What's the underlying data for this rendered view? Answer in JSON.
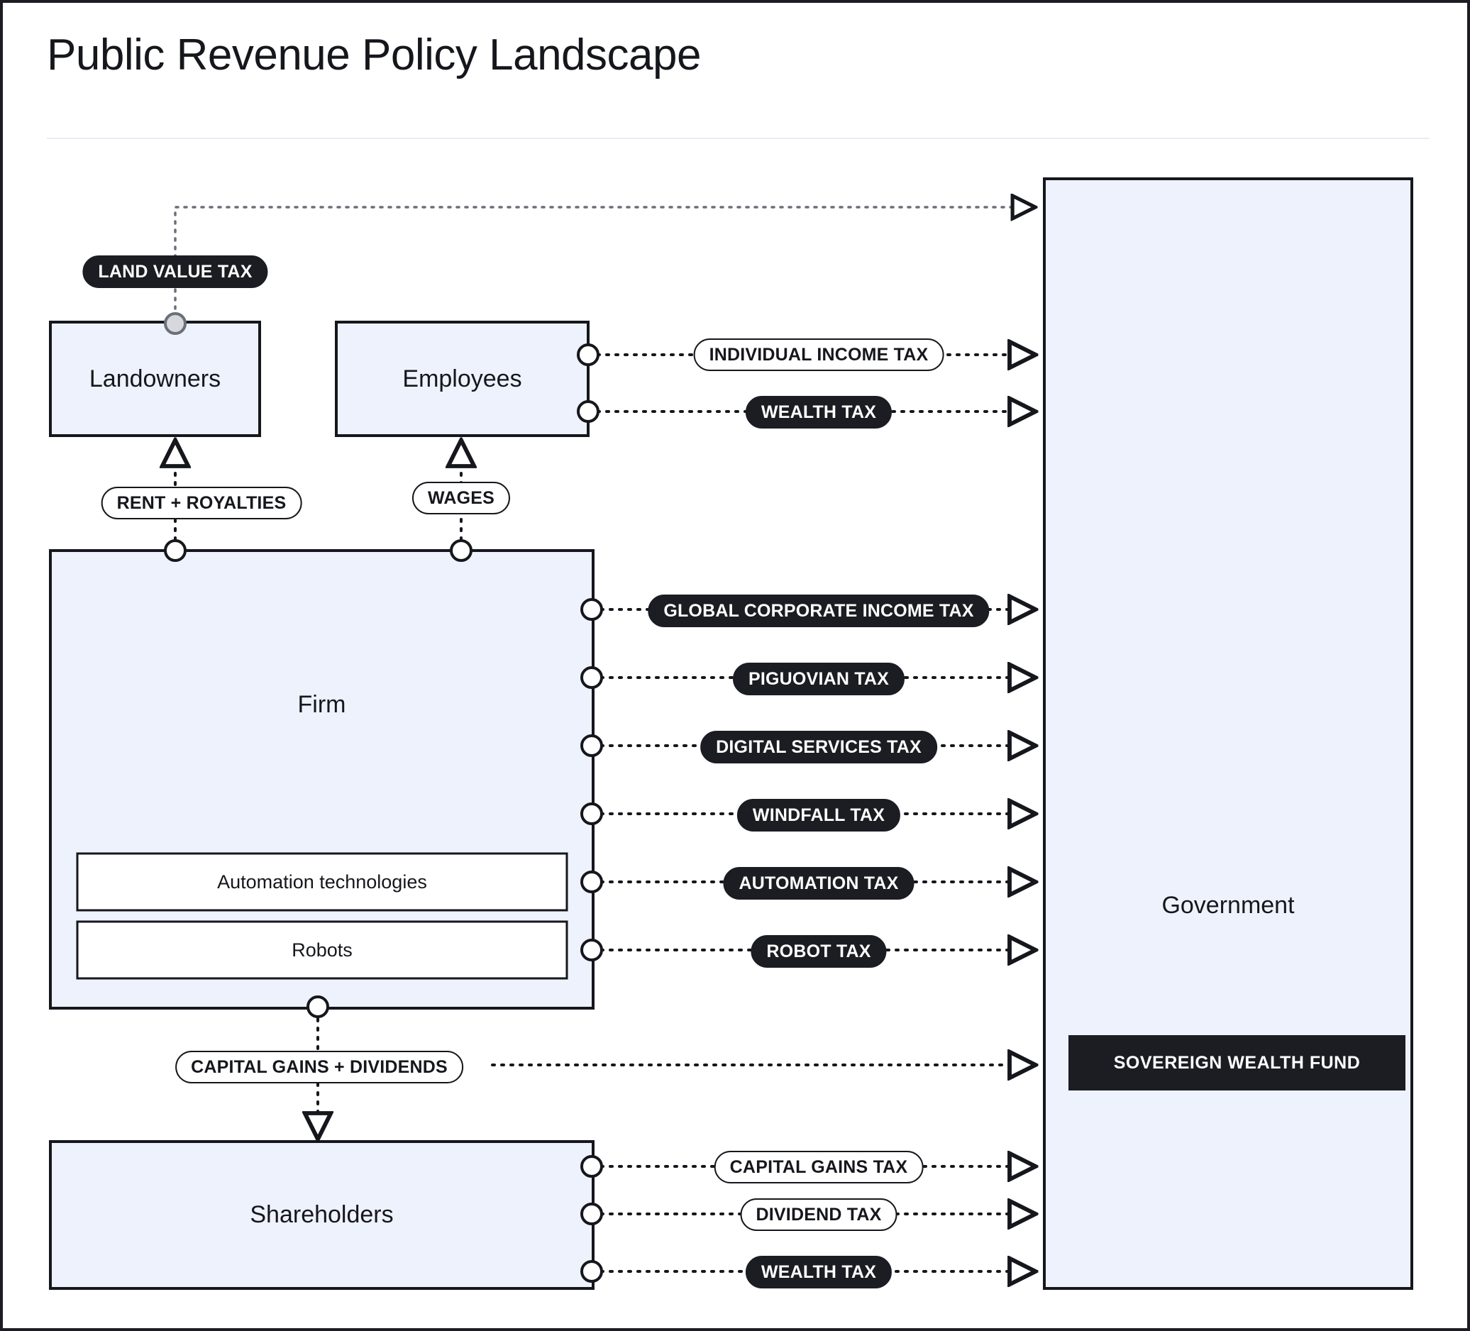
{
  "page": {
    "title": "Public Revenue Policy Landscape",
    "accent_dark": "#1b1d23",
    "node_fill": "#eef2fc",
    "background": "#ffffff"
  },
  "nodes": {
    "landowners": {
      "label": "Landowners"
    },
    "employees": {
      "label": "Employees"
    },
    "firm": {
      "label": "Firm"
    },
    "automation": {
      "label": "Automation technologies"
    },
    "robots": {
      "label": "Robots"
    },
    "shareholders": {
      "label": "Shareholders"
    },
    "government": {
      "label": "Government"
    },
    "sovereign_wealth_fund": {
      "label": "SOVEREIGN WEALTH FUND"
    }
  },
  "flow_labels": {
    "land_value_tax": "LAND VALUE TAX",
    "rent_royalties": "RENT + ROYALTIES",
    "wages": "WAGES",
    "capital_gains_dividends": "CAPITAL GAINS + DIVIDENDS"
  },
  "tax_flows": [
    {
      "label": "INDIVIDUAL INCOME TAX",
      "from": "employees",
      "to": "government",
      "style": "light"
    },
    {
      "label": "WEALTH TAX",
      "from": "employees",
      "to": "government",
      "style": "dark"
    },
    {
      "label": "GLOBAL CORPORATE INCOME TAX",
      "from": "firm",
      "to": "government",
      "style": "dark"
    },
    {
      "label": "PIGUOVIAN TAX",
      "from": "firm",
      "to": "government",
      "style": "dark"
    },
    {
      "label": "DIGITAL SERVICES TAX",
      "from": "firm",
      "to": "government",
      "style": "dark"
    },
    {
      "label": "WINDFALL TAX",
      "from": "firm",
      "to": "government",
      "style": "dark"
    },
    {
      "label": "AUTOMATION TAX",
      "from": "firm",
      "to": "government",
      "style": "dark"
    },
    {
      "label": "ROBOT TAX",
      "from": "firm",
      "to": "government",
      "style": "dark"
    },
    {
      "label": "CAPITAL GAINS TAX",
      "from": "shareholders",
      "to": "government",
      "style": "light"
    },
    {
      "label": "DIVIDEND TAX",
      "from": "shareholders",
      "to": "government",
      "style": "light"
    },
    {
      "label": "WEALTH TAX",
      "from": "shareholders",
      "to": "government",
      "style": "dark"
    }
  ]
}
